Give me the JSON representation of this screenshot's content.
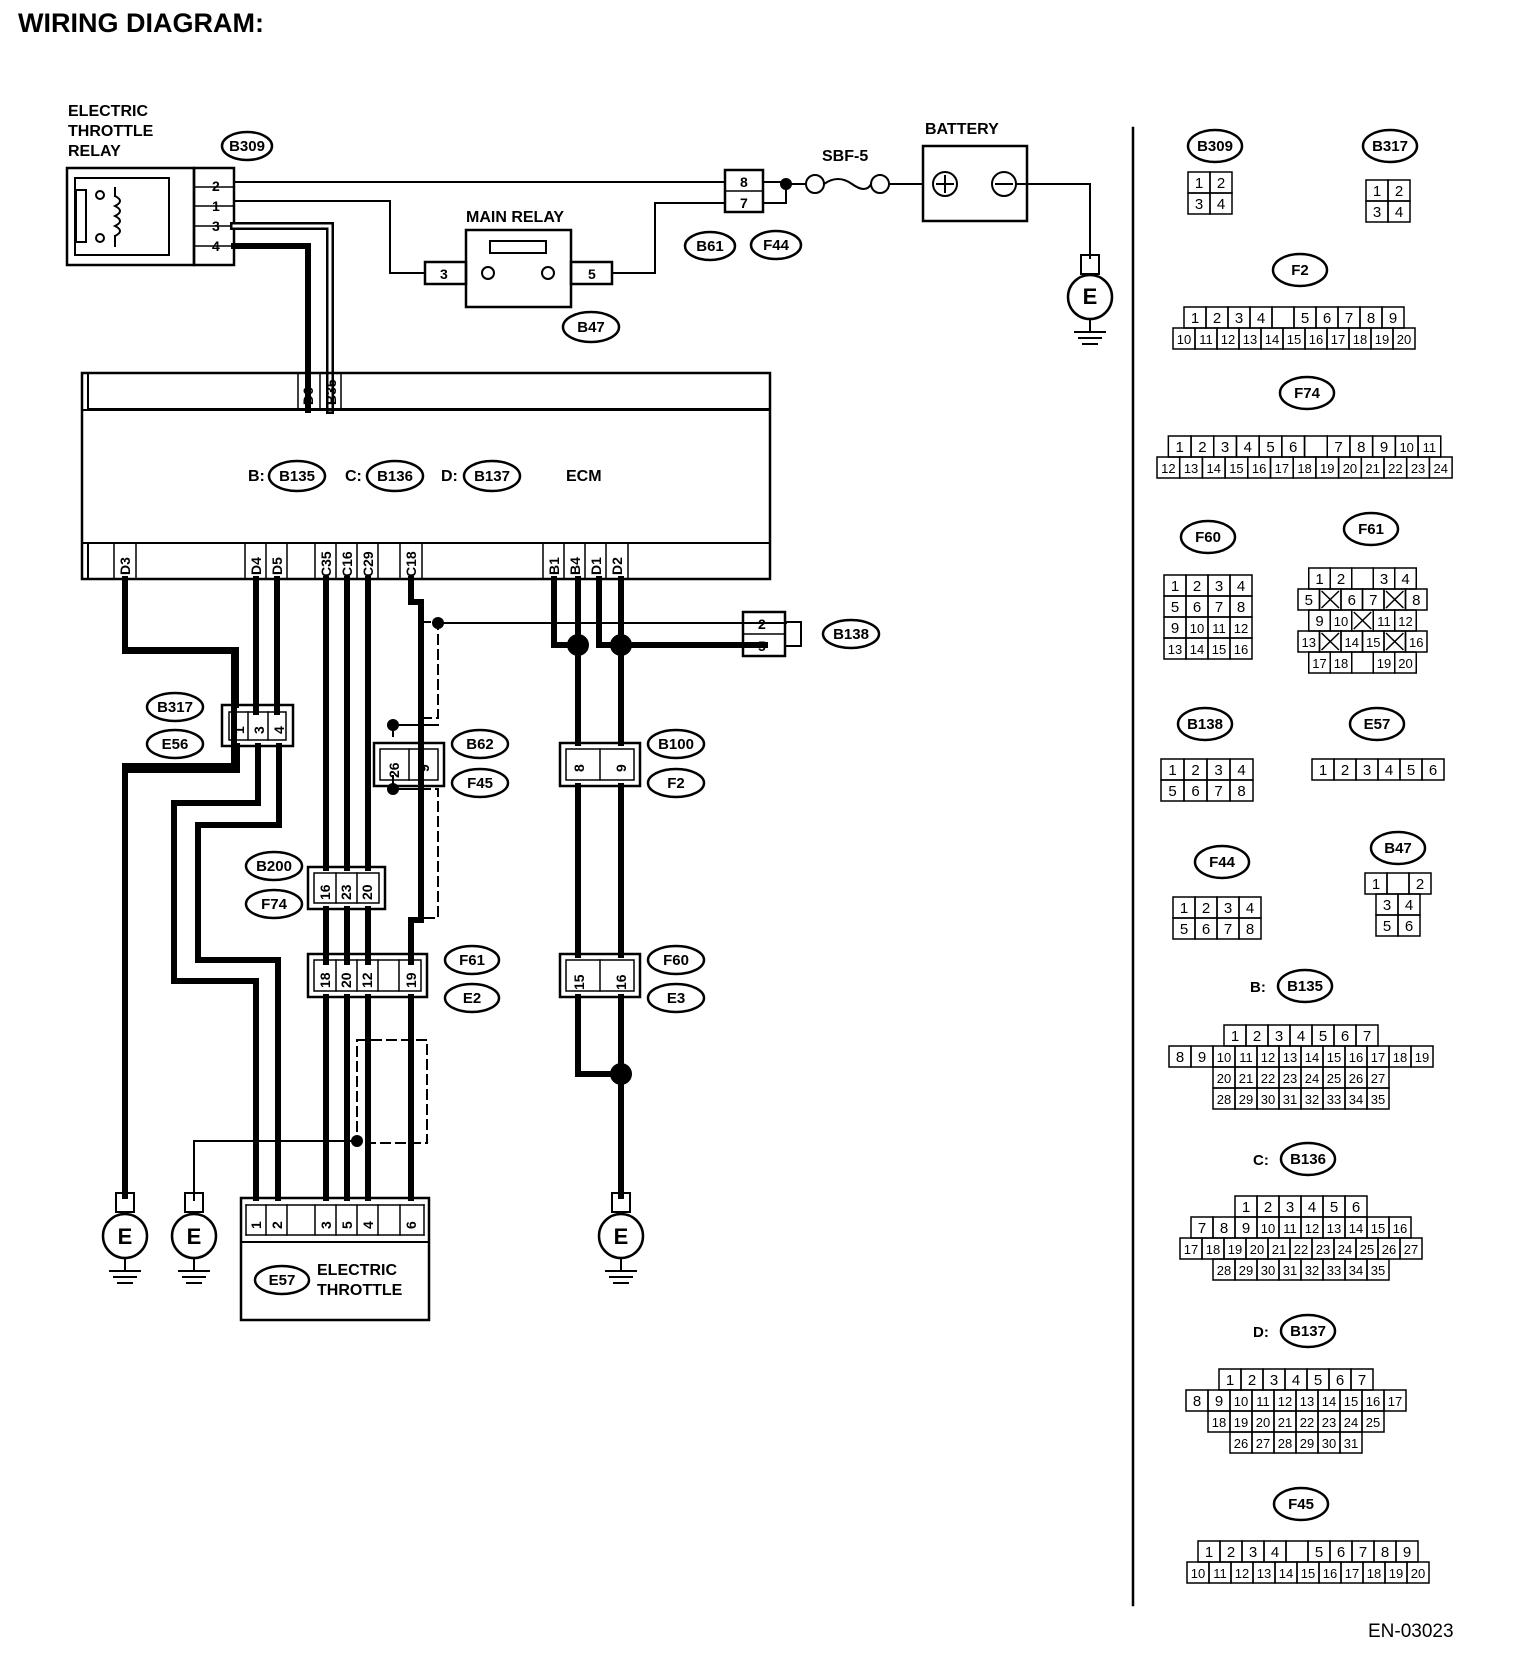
{
  "title": "WIRING DIAGRAM:",
  "figure_code": "EN-03023",
  "components": {
    "electric_throttle_relay": "ELECTRIC\nTHROTTLE\nRELAY",
    "main_relay": "MAIN RELAY",
    "battery": "BATTERY",
    "fuse": "SBF-5",
    "ecm": "ECM",
    "ecm_b_prefix": "B:",
    "ecm_c_prefix": "C:",
    "ecm_d_prefix": "D:",
    "electric_throttle": "ELECTRIC\nTHROTTLE",
    "ground": "E",
    "battery_pos": "⊕",
    "battery_neg": "⊖"
  },
  "connector_ids": {
    "B309": "B309",
    "B317": "B317",
    "E56": "E56",
    "B61": "B61",
    "F44": "F44",
    "B47": "B47",
    "B135": "B135",
    "B136": "B136",
    "B137": "B137",
    "B138": "B138",
    "B62": "B62",
    "F45": "F45",
    "B100": "B100",
    "F2": "F2",
    "B200": "B200",
    "F74": "F74",
    "F61": "F61",
    "E2": "E2",
    "F60": "F60",
    "E3": "E3",
    "E57": "E57"
  },
  "pins": {
    "relay": [
      "2",
      "1",
      "3",
      "4"
    ],
    "b61": [
      "8",
      "7"
    ],
    "main_relay_left": "3",
    "main_relay_right": "5",
    "ecm_top": [
      "D6",
      "B35"
    ],
    "ecm_bottom": [
      "D3",
      "D4",
      "D5",
      "C35",
      "C16",
      "C29",
      "C18",
      "B1",
      "B4",
      "D1",
      "D2"
    ],
    "b138": [
      "2",
      "5"
    ],
    "b317": [
      "1",
      "3",
      "4"
    ],
    "b62": [
      "26",
      "9"
    ],
    "b100": [
      "8",
      "9"
    ],
    "b200": [
      "16",
      "23",
      "20"
    ],
    "f61": [
      "18",
      "20",
      "12",
      "19"
    ],
    "f60": [
      "15",
      "16"
    ],
    "e57": [
      "1",
      "2",
      "3",
      "5",
      "4",
      "6"
    ]
  },
  "connector_views": {
    "B309": [
      [
        "1",
        "2"
      ],
      [
        "3",
        "4"
      ]
    ],
    "B317": [
      [
        "1",
        "2"
      ],
      [
        "3",
        "4"
      ]
    ],
    "F2": [
      [
        "1",
        "2",
        "3",
        "4",
        "",
        "5",
        "6",
        "7",
        "8",
        "9"
      ],
      [
        "10",
        "11",
        "12",
        "13",
        "14",
        "15",
        "16",
        "17",
        "18",
        "19",
        "20"
      ]
    ],
    "F74": [
      [
        "1",
        "2",
        "3",
        "4",
        "5",
        "6",
        "",
        "7",
        "8",
        "9",
        "10",
        "11"
      ],
      [
        "12",
        "13",
        "14",
        "15",
        "16",
        "17",
        "18",
        "19",
        "20",
        "21",
        "22",
        "23",
        "24"
      ]
    ],
    "F60": [
      [
        "1",
        "2",
        "3",
        "4"
      ],
      [
        "5",
        "6",
        "7",
        "8"
      ],
      [
        "9",
        "10",
        "11",
        "12"
      ],
      [
        "13",
        "14",
        "15",
        "16"
      ]
    ],
    "F61": [
      [
        "1",
        "2",
        "",
        "3",
        "4"
      ],
      [
        "5",
        "X",
        "6",
        "7",
        "X",
        "8"
      ],
      [
        "9",
        "10",
        "X",
        "11",
        "12"
      ],
      [
        "13",
        "X",
        "14",
        "15",
        "X",
        "16"
      ],
      [
        "17",
        "18",
        "",
        "19",
        "20"
      ]
    ],
    "B138": [
      [
        "1",
        "2",
        "3",
        "4"
      ],
      [
        "5",
        "6",
        "7",
        "8"
      ]
    ],
    "E57": [
      [
        "1",
        "2",
        "3",
        "4",
        "5",
        "6"
      ]
    ],
    "F44": [
      [
        "1",
        "2",
        "3",
        "4"
      ],
      [
        "5",
        "6",
        "7",
        "8"
      ]
    ],
    "B47": [
      [
        "1",
        "",
        "2"
      ],
      [
        "3",
        "4"
      ],
      [
        "5",
        "6"
      ]
    ],
    "B135": [
      [
        "1",
        "2",
        "3",
        "4",
        "5",
        "6",
        "7"
      ],
      [
        "8",
        "9",
        "10",
        "11",
        "12",
        "13",
        "14",
        "15",
        "16",
        "17",
        "18",
        "19"
      ],
      [
        "20",
        "21",
        "22",
        "23",
        "24",
        "25",
        "26",
        "27"
      ],
      [
        "28",
        "29",
        "30",
        "31",
        "32",
        "33",
        "34",
        "35"
      ]
    ],
    "B136": [
      [
        "1",
        "2",
        "3",
        "4",
        "5",
        "6"
      ],
      [
        "7",
        "8",
        "9",
        "10",
        "11",
        "12",
        "13",
        "14",
        "15",
        "16"
      ],
      [
        "17",
        "18",
        "19",
        "20",
        "21",
        "22",
        "23",
        "24",
        "25",
        "26",
        "27"
      ],
      [
        "28",
        "29",
        "30",
        "31",
        "32",
        "33",
        "34",
        "35"
      ]
    ],
    "B137": [
      [
        "1",
        "2",
        "3",
        "4",
        "5",
        "6",
        "7"
      ],
      [
        "8",
        "9",
        "10",
        "11",
        "12",
        "13",
        "14",
        "15",
        "16",
        "17"
      ],
      [
        "18",
        "19",
        "20",
        "21",
        "22",
        "23",
        "24",
        "25"
      ],
      [
        "26",
        "27",
        "28",
        "29",
        "30",
        "31"
      ]
    ],
    "F45": [
      [
        "1",
        "2",
        "3",
        "4",
        "",
        "5",
        "6",
        "7",
        "8",
        "9"
      ],
      [
        "10",
        "11",
        "12",
        "13",
        "14",
        "15",
        "16",
        "17",
        "18",
        "19",
        "20"
      ]
    ]
  },
  "colors": {
    "line": "#000000",
    "background": "#ffffff"
  }
}
